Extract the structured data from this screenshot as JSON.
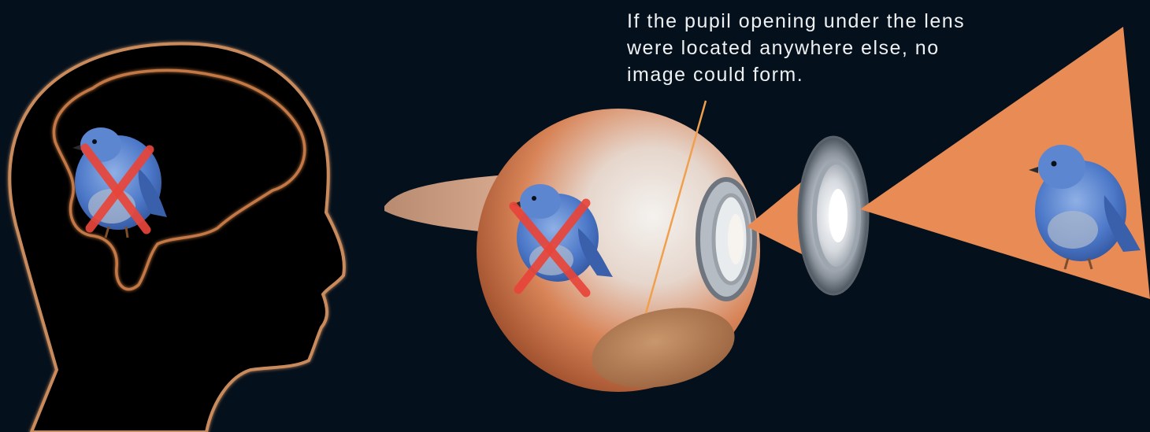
{
  "caption": {
    "lines": [
      "If the pupil opening under the lens",
      "were located anywhere else, no",
      "image could form."
    ]
  },
  "colors": {
    "background": "#04101c",
    "light_cone": "#e98b55",
    "head_outline": "#c98a5c",
    "brain_outline": "#c47844",
    "cross_mark": "#e8453a",
    "leader_line": "#f0a04c",
    "bird_blue": "#4c78c8"
  },
  "figures": {
    "head": "head-silhouette",
    "eye": "eyeball-cutaway",
    "lens": "lens-ring",
    "bird": "bluebird",
    "cross": "red-x-mark"
  }
}
